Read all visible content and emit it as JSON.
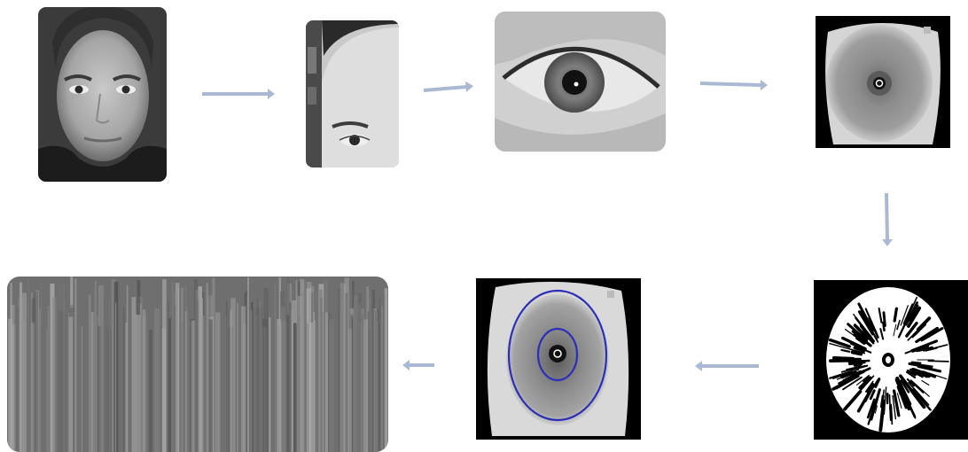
{
  "diagram": {
    "arrow_color": "#a9b9d4",
    "iris_boundary_color": "#2b2fb8",
    "steps": [
      {
        "name": "face-photo"
      },
      {
        "name": "eye-region-crop"
      },
      {
        "name": "eye-closeup"
      },
      {
        "name": "segmented-iris"
      },
      {
        "name": "binarized-iris-texture"
      },
      {
        "name": "iris-pupil-boundaries"
      },
      {
        "name": "normalized-iris-strip"
      }
    ]
  }
}
